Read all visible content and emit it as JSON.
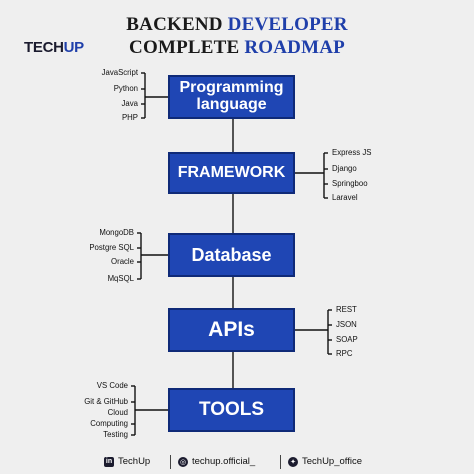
{
  "header": {
    "title_line1_a": "BACKEND",
    "title_line1_b": "DEVELOPER",
    "title_line2_a": "COMPLETE",
    "title_line2_b": "ROADMAP"
  },
  "logo": {
    "part1": "TECH",
    "part2": "UP"
  },
  "nodes": [
    {
      "id": "programming",
      "label": "Programming language",
      "side": "left",
      "items": [
        "JavaScript",
        "Python",
        "Java",
        "PHP"
      ]
    },
    {
      "id": "framework",
      "label": "FRAMEWORK",
      "side": "right",
      "items": [
        "Express JS",
        "Django",
        "Springboo",
        "Laravel"
      ]
    },
    {
      "id": "database",
      "label": "Database",
      "side": "left",
      "items": [
        "MongoDB",
        "Postgre SQL",
        "Oracle",
        "MqSQL"
      ]
    },
    {
      "id": "apis",
      "label": "APIs",
      "side": "right",
      "items": [
        "REST",
        "JSON",
        "SOAP",
        "RPC"
      ]
    },
    {
      "id": "tools",
      "label": "TOOLS",
      "side": "left",
      "items": [
        "VS Code",
        "Git & GitHub",
        "Cloud",
        "Computing",
        "Testing"
      ]
    }
  ],
  "footer": {
    "linkedin": "TechUp",
    "instagram": "techup.official_",
    "twitter": "TechUp_office"
  },
  "colors": {
    "box": "#1f46b4",
    "box_border": "#0f2a78",
    "accent": "#1f3faa",
    "line": "#111111",
    "background": "#efefef"
  }
}
